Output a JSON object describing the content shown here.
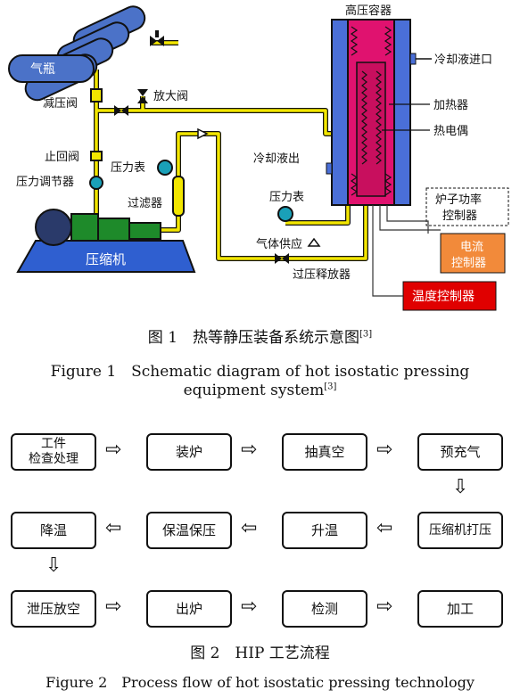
{
  "figure1": {
    "labels": {
      "gas_cylinder": "气瓶",
      "pressure_reducing_valve": "减压阀",
      "amplifier_valve": "放大阀",
      "check_valve": "止回阀",
      "pressure_regulator": "压力调节器",
      "pressure_gauge_left": "压力表",
      "filter": "过滤器",
      "compressor": "压缩机",
      "high_pressure_vessel": "高压容器",
      "coolant_inlet": "冷却液进口",
      "heater": "加热器",
      "thermocouple": "热电偶",
      "coolant_outlet": "冷却液出",
      "pressure_gauge_right": "压力表",
      "gas_supply": "气体供应",
      "overpressure_relief": "过压释放器",
      "furnace_power_controller": "炉子功率\n控制器",
      "current_controller": "电流\n控制器",
      "temperature_controller": "温度控制器"
    },
    "caption_cn": "图 1　热等静压装备系统示意图",
    "caption_cn_ref": "[3]",
    "caption_en_line1": "Figure 1　Schematic diagram of hot isostatic pressing",
    "caption_en_line2": "equipment system",
    "caption_en_ref": "[3]",
    "colors": {
      "pipe": "#f2e600",
      "vessel": "#4a6fd8",
      "vessel_inner": "#e0126f",
      "compressor_base": "#2f5fd0",
      "compressor_motor": "#1e8a2a",
      "cylinder": "#4b72c8",
      "current_controller": "#f28a3a",
      "temperature_controller": "#e00000",
      "gauge": "#1aa0b8"
    }
  },
  "figure2": {
    "rows": [
      [
        "工件\n检查处理",
        "装炉",
        "抽真空",
        "预充气"
      ],
      [
        "降温",
        "保温保压",
        "升温",
        "压缩机打压"
      ],
      [
        "泄压放空",
        "出炉",
        "检测",
        "加工"
      ]
    ],
    "caption_cn": "图 2　HIP 工艺流程",
    "caption_en": "Figure 2　Process flow of hot isostatic pressing technology"
  }
}
